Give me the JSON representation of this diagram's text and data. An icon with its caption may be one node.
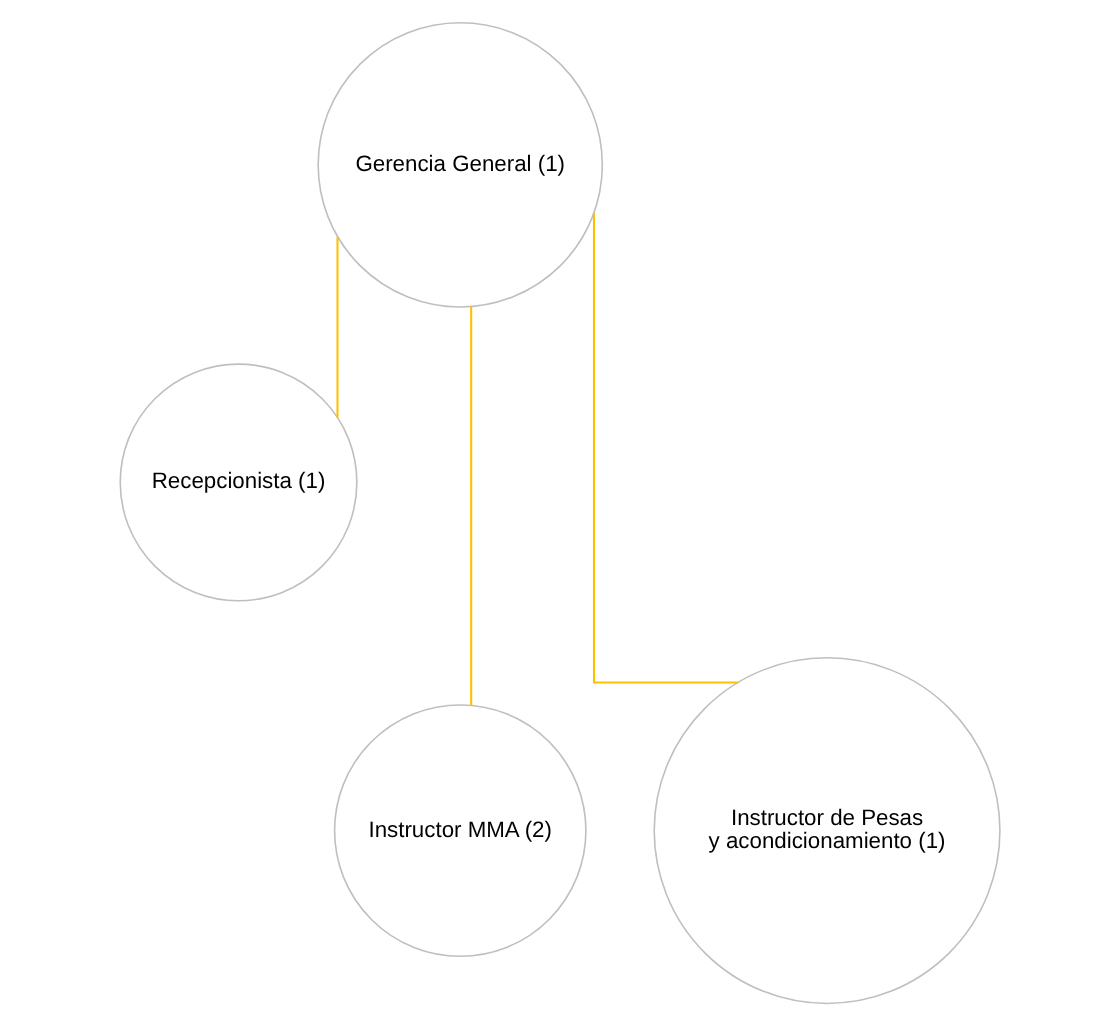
{
  "diagram": {
    "nodes": [
      {
        "text": [
          "Gerencia General (1)"
        ]
      },
      {
        "text": [
          "Recepcionista (1)"
        ]
      },
      {
        "text": [
          "Instructor MMA (2)"
        ]
      },
      {
        "text": [
          "Instructor de Pesas y acondicionamiento (1)"
        ]
      }
    ],
    "edges": [
      {
        "from": 0,
        "to": 1,
        "arrow": "none"
      },
      {
        "from": 0,
        "to": 2,
        "arrow": "none"
      },
      {
        "from": 0,
        "to": 3,
        "arrow": "none"
      }
    ]
  }
}
